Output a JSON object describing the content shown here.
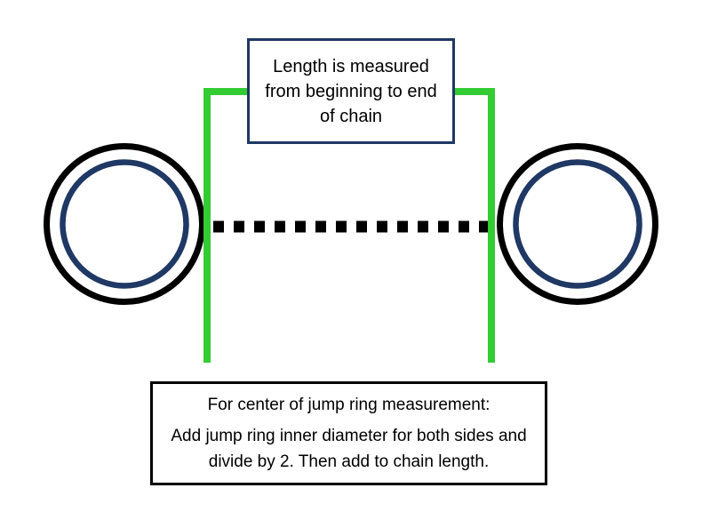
{
  "diagram": {
    "top_box": {
      "lines": {
        "0": "Length is measured",
        "1": "from beginning to end",
        "2": "of chain"
      }
    },
    "bottom_box": {
      "title": "For center of jump ring measurement:",
      "body_lines": {
        "0": "Add jump ring inner diameter for both sides and",
        "1": "divide by 2. Then add to chain length."
      }
    },
    "colors": {
      "bracket_green": "#33cc33",
      "ring_navy": "#1f3864",
      "ring_black": "#000000",
      "dash_black": "#000000",
      "top_box_border": "#1f3864",
      "bottom_box_border": "#000000",
      "background": "#ffffff"
    }
  }
}
